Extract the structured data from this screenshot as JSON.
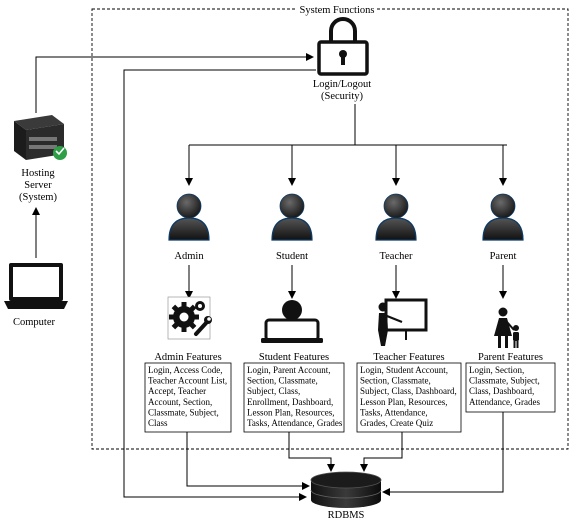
{
  "frame": {
    "title": "System Functions"
  },
  "security": {
    "line1": "Login/Logout",
    "line2": "(Security)"
  },
  "server": {
    "line1": "Hosting",
    "line2": "Server",
    "line3": "(System)"
  },
  "computer": {
    "label": "Computer"
  },
  "database": {
    "label": "RDBMS"
  },
  "roles": [
    {
      "name": "Admin"
    },
    {
      "name": "Student"
    },
    {
      "name": "Teacher"
    },
    {
      "name": "Parent"
    }
  ],
  "features": [
    {
      "title": "Admin Features",
      "lines": [
        "Login, Access Code,",
        "Teacher Account List,",
        "Accept, Teacher",
        "Account, Section,",
        "Classmate, Subject,",
        "Class"
      ]
    },
    {
      "title": "Student Features",
      "lines": [
        "Login, Parent Account,",
        "Section, Classmate,",
        "Subject, Class,",
        "Enrollment, Dashboard,",
        "Lesson Plan, Resources,",
        "Tasks, Attendance, Grades"
      ]
    },
    {
      "title": "Teacher Features",
      "lines": [
        "Login, Student Account,",
        "Section, Classmate,",
        "Subject, Class, Dashboard,",
        "Lesson Plan, Resources,",
        "Tasks, Attendance,",
        "Grades, Create Quiz"
      ]
    },
    {
      "title": "Parent Features",
      "lines": [
        "Login, Section,",
        "Classmate, Subject,",
        "Class, Dashboard,",
        "Attendance, Grades"
      ]
    }
  ],
  "icons": {
    "security": "padlock-icon",
    "server": "server-icon",
    "computer": "laptop-icon",
    "database": "database-icon",
    "role": "user-silhouette-icon",
    "admin_feature": "gear-wrench-icon",
    "student_feature": "student-laptop-icon",
    "teacher_feature": "teacher-board-icon",
    "parent_feature": "parent-child-icon"
  }
}
